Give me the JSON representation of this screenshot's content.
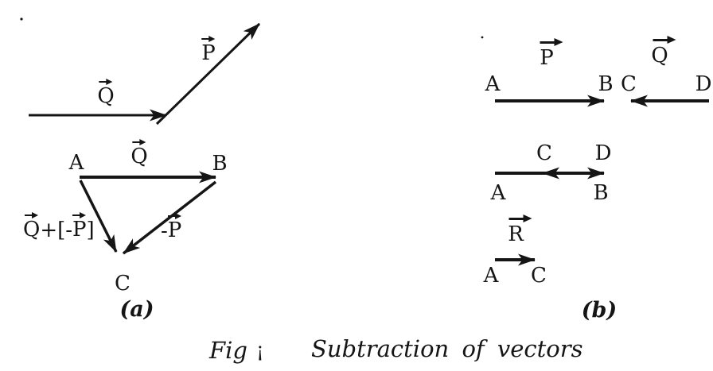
{
  "colors": {
    "ink": "#151515",
    "background": "#ffffff"
  },
  "panel_a": {
    "caption": "(a)",
    "top": {
      "q": "Q",
      "p": "P"
    },
    "triangle": {
      "a": "A",
      "b": "B",
      "c": "C",
      "q": "Q",
      "neg_p": {
        "minus": "-",
        "p": "P"
      },
      "sum": {
        "q": "Q",
        "plus_bracket": "+[-",
        "p": "P",
        "bracket_close": "]"
      }
    }
  },
  "panel_b": {
    "caption": "(b)",
    "row1": {
      "p": "P",
      "q": "Q",
      "a": "A",
      "b": "B",
      "c": "C",
      "d": "D"
    },
    "row2": {
      "c": "C",
      "d": "D",
      "a": "A",
      "b": "B"
    },
    "row3": {
      "r": "R",
      "a": "A",
      "c": "C"
    }
  },
  "caption": {
    "fig": "Fig",
    "separator": "¡",
    "title": "Subtraction of vectors"
  }
}
